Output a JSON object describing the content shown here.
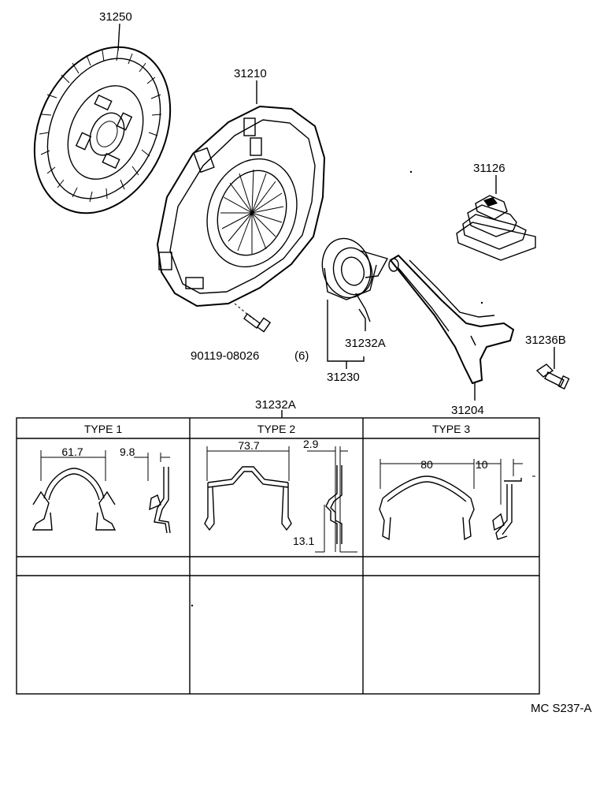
{
  "parts": {
    "clutch_disc": "31250",
    "clutch_cover": "31210",
    "boot": "31126",
    "bolt": "90119-08026",
    "bolt_qty": "(6)",
    "clip_label": "31232A",
    "bearing_assembly": "31230",
    "fork_stud": "31236B",
    "release_fork": "31204",
    "table_part": "31232A"
  },
  "table": {
    "types": [
      {
        "header": "TYPE 1",
        "dims": [
          "61.7",
          "9.8"
        ]
      },
      {
        "header": "TYPE 2",
        "dims": [
          "73.7",
          "2.9",
          "13.1"
        ]
      },
      {
        "header": "TYPE 3",
        "dims": [
          "80",
          "10"
        ]
      }
    ]
  },
  "footer": {
    "code": "MC S237-A"
  }
}
